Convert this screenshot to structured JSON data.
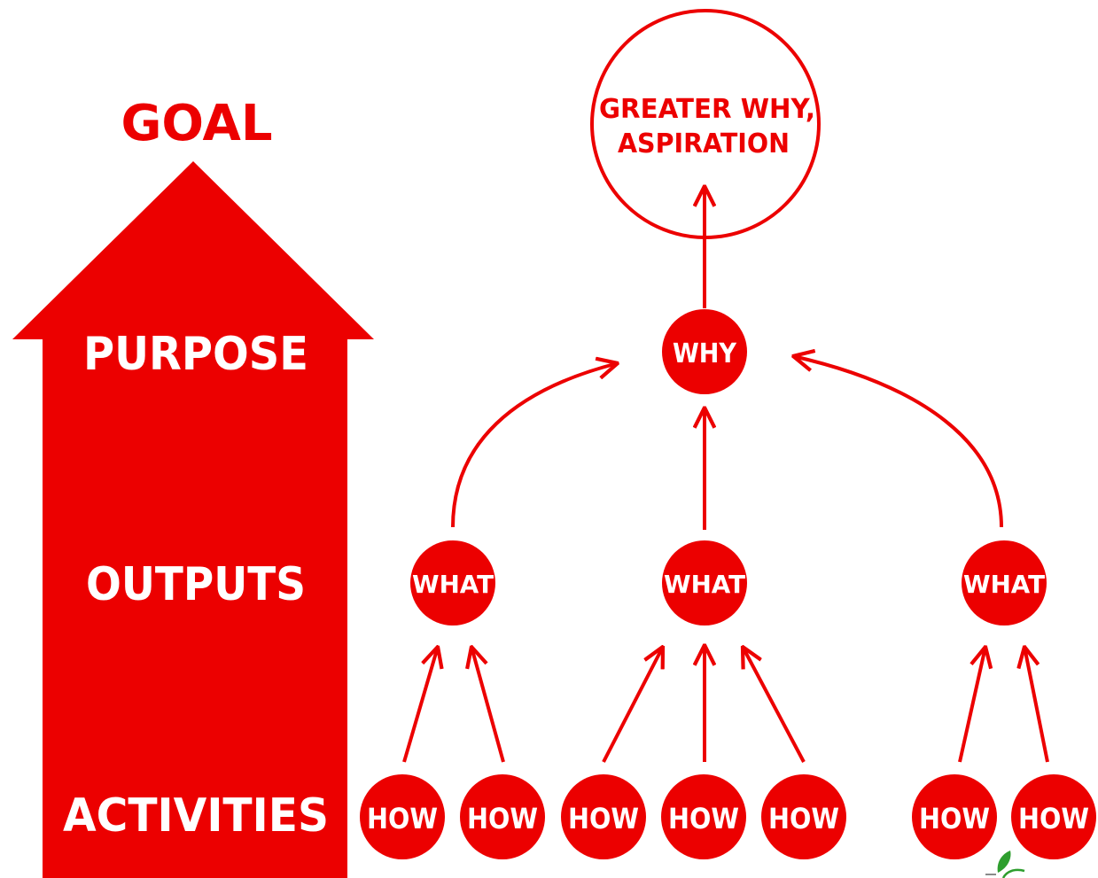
{
  "colors": {
    "primary_red": "#ec0000",
    "text_light": "#ffffff",
    "background": "#ffffff",
    "leaf_green": "#2e9e2e"
  },
  "levels": {
    "goal": "GOAL",
    "purpose": "PURPOSE",
    "outputs": "OUTPUTS",
    "activities": "ACTIVITIES"
  },
  "nodes": {
    "aspiration": {
      "line1": "GREATER WHY,",
      "line2": "ASPIRATION"
    },
    "why": "WHY",
    "whats": [
      "WHAT",
      "WHAT",
      "WHAT"
    ],
    "hows": [
      "HOW",
      "HOW",
      "HOW",
      "HOW",
      "HOW",
      "HOW",
      "HOW"
    ]
  },
  "icons": {
    "big_arrow": "up-arrow-icon",
    "corner_logo": "leaf-logo-icon"
  }
}
